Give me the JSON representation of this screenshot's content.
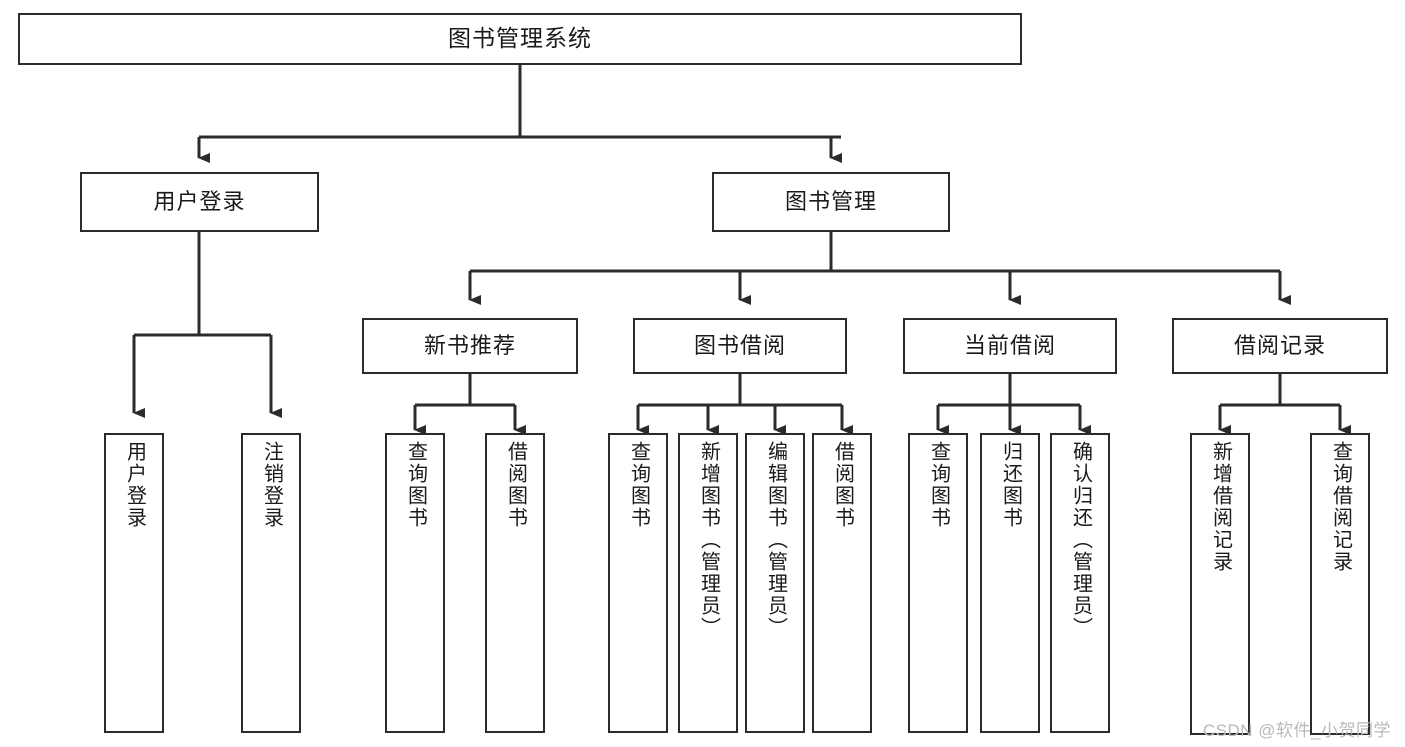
{
  "diagram": {
    "type": "tree",
    "title": "图书管理系统",
    "orientation": "top-down",
    "colors": {
      "box_border": "#2b2b2b",
      "box_fill": "#ffffff",
      "connector": "#2b2b2b",
      "text": "#1a1a1a",
      "watermark": "#b9b9b9",
      "background": "#ffffff"
    },
    "root": {
      "label": "图书管理系统"
    },
    "level2": [
      {
        "label": "用户登录"
      },
      {
        "label": "图书管理"
      }
    ],
    "level3": [
      {
        "label": "新书推荐"
      },
      {
        "label": "图书借阅"
      },
      {
        "label": "当前借阅"
      },
      {
        "label": "借阅记录"
      }
    ],
    "leaves": {
      "user_login": [
        {
          "label": "用户登录"
        },
        {
          "label": "注销登录"
        }
      ],
      "new_book_recommend": [
        {
          "label": "查询图书"
        },
        {
          "label": "借阅图书"
        }
      ],
      "book_borrow": [
        {
          "label": "查询图书"
        },
        {
          "label": "新增图书（管理员）"
        },
        {
          "label": "编辑图书（管理员）"
        },
        {
          "label": "借阅图书"
        }
      ],
      "current_borrow": [
        {
          "label": "查询图书"
        },
        {
          "label": "归还图书"
        },
        {
          "label": "确认归还（管理员）"
        }
      ],
      "borrow_record": [
        {
          "label": "新增借阅记录"
        },
        {
          "label": "查询借阅记录"
        }
      ]
    }
  },
  "watermark": {
    "text": "CSDN @软件_小贺同学"
  }
}
